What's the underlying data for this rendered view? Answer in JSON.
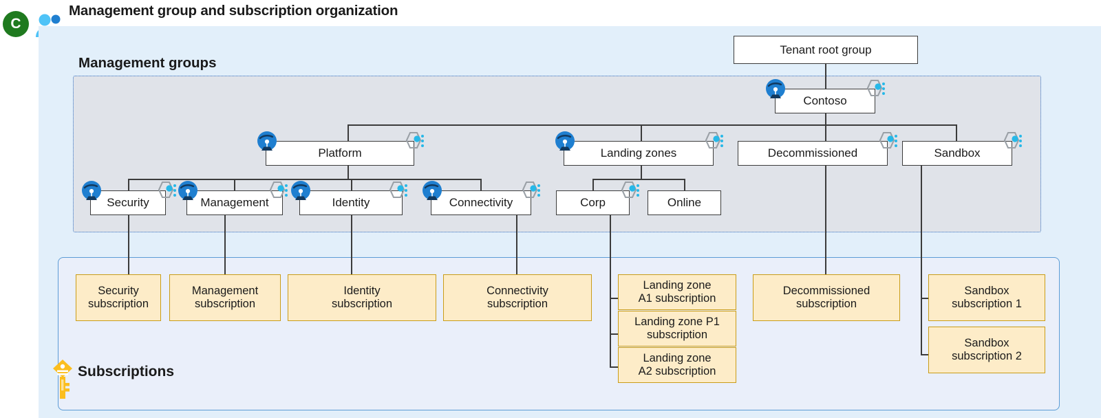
{
  "page": {
    "title": "Management group and subscription organization",
    "c_badge_letter": "C",
    "people_icon_name": "people-icon"
  },
  "regions": {
    "management_groups": {
      "label": "Management groups",
      "fill": "#e0e3e9",
      "border": "#2f6fc4"
    },
    "subscriptions": {
      "label": "Subscriptions",
      "fill": "#eaeffa",
      "border": "#5b9bd5",
      "key_icon_name": "key-icon",
      "key_color": "#f5b924"
    }
  },
  "colors": {
    "outer_background": "#e2effa",
    "mg_node_fill": "#ffffff",
    "mg_node_border": "#3b3b3b",
    "subscription_fill": "#fdecc8",
    "subscription_border": "#c99c17",
    "connector": "#3b3b3b",
    "c_badge": "#1f7a1f",
    "policy_badge": "#1f7fd0",
    "blueprint_hex": "#9aa0a6",
    "blueprint_dot": "#27b8e8"
  },
  "nodes": {
    "tenant_root": {
      "label": "Tenant root group",
      "policy": false,
      "blueprint": false
    },
    "contoso": {
      "label": "Contoso",
      "policy": true,
      "blueprint": true
    },
    "platform": {
      "label": "Platform",
      "policy": true,
      "blueprint": true
    },
    "landing_zones": {
      "label": "Landing zones",
      "policy": true,
      "blueprint": true
    },
    "decommissioned": {
      "label": "Decommissioned",
      "policy": false,
      "blueprint": true
    },
    "sandbox": {
      "label": "Sandbox",
      "policy": false,
      "blueprint": true
    },
    "security": {
      "label": "Security",
      "policy": true,
      "blueprint": true
    },
    "management": {
      "label": "Management",
      "policy": true,
      "blueprint": true
    },
    "identity": {
      "label": "Identity",
      "policy": true,
      "blueprint": true
    },
    "connectivity": {
      "label": "Connectivity",
      "policy": true,
      "blueprint": true
    },
    "corp": {
      "label": "Corp",
      "policy": false,
      "blueprint": true
    },
    "online": {
      "label": "Online",
      "policy": false,
      "blueprint": false
    }
  },
  "subscriptions": {
    "security": {
      "line1": "Security",
      "line2": "subscription"
    },
    "management": {
      "line1": "Management",
      "line2": "subscription"
    },
    "identity": {
      "line1": "Identity",
      "line2": "subscription"
    },
    "connectivity": {
      "line1": "Connectivity",
      "line2": "subscription"
    },
    "lz_a1": {
      "line1": "Landing zone",
      "line2": "A1 subscription"
    },
    "lz_p1": {
      "line1": "Landing zone P1",
      "line2": "subscription"
    },
    "lz_a2": {
      "line1": "Landing zone",
      "line2": "A2 subscription"
    },
    "decommissioned": {
      "line1": "Decommissioned",
      "line2": "subscription"
    },
    "sandbox_1": {
      "line1": "Sandbox",
      "line2": "subscription 1"
    },
    "sandbox_2": {
      "line1": "Sandbox",
      "line2": "subscription 2"
    }
  },
  "hierarchy": {
    "root": "Tenant root group",
    "levels": [
      [
        "Contoso"
      ],
      [
        "Platform",
        "Landing zones",
        "Decommissioned",
        "Sandbox"
      ],
      [
        "Security",
        "Management",
        "Identity",
        "Connectivity",
        "Corp",
        "Online"
      ]
    ]
  }
}
